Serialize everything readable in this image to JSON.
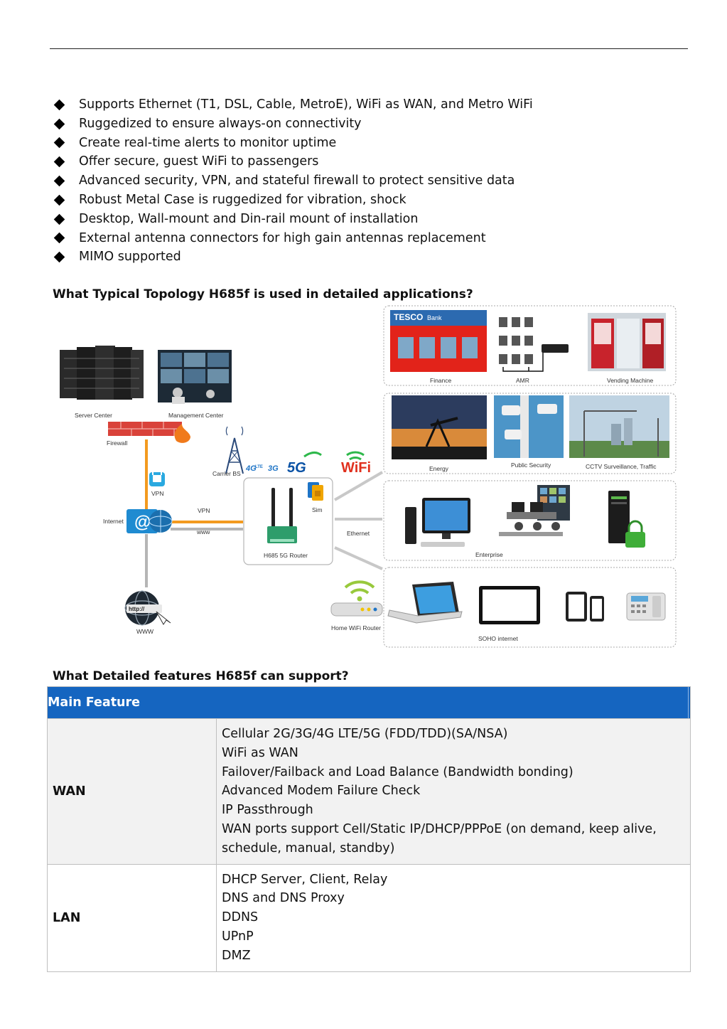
{
  "bullets": [
    "Supports Ethernet (T1, DSL, Cable, MetroE), WiFi as WAN, and Metro WiFi",
    "Ruggedized to ensure always-on connectivity",
    "Create real-time alerts to monitor uptime",
    "Offer secure, guest WiFi to passengers",
    "Advanced security, VPN, and stateful firewall to protect sensitive data",
    "Robust Metal Case is ruggedized for vibration, shock",
    "Desktop, Wall-mount and Din-rail mount of installation",
    "External antenna connectors for high gain antennas replacement",
    "MIMO supported"
  ],
  "headings": {
    "topology": "What Typical Topology H685f is used in detailed applications?",
    "features": "What Detailed features H685f can support?"
  },
  "diagram": {
    "server_center": "Server Center",
    "management_center": "Management Center",
    "firewall": "Firewall",
    "carrier_bs": "Carrier BS",
    "vpn_lock": "VPN",
    "internet": "Internet",
    "vpn_line": "VPN",
    "www_line": "www",
    "www": "WWW",
    "sim": "Sim",
    "router": "H685 5G Router",
    "ethernet": "Ethernet",
    "home_router": "Home WiFi Router",
    "badge_4g": "4G",
    "badge_lte": "LTE",
    "badge_3g": "3G",
    "badge_5g": "5G",
    "badge_wifi": "WiFi",
    "tesco_brand": "TESCO",
    "tesco_bank": "Bank",
    "http_text": "http://",
    "panels": {
      "finance": "Finance",
      "amr": "AMR",
      "vending": "Vending Machine",
      "energy": "Energy",
      "public_security": "Public Security",
      "cctv": "CCTV Surveillance, Traffic",
      "enterprise": "Enterprise",
      "soho": "SOHO internet"
    }
  },
  "table": {
    "header": "Main Feature",
    "rows": [
      {
        "name": "WAN",
        "details": [
          "Cellular 2G/3G/4G LTE/5G (FDD/TDD)(SA/NSA)",
          "WiFi as WAN",
          "Failover/Failback and Load Balance (Bandwidth bonding)",
          "Advanced Modem Failure Check",
          "IP Passthrough",
          "WAN ports support Cell/Static IP/DHCP/PPPoE (on demand, keep alive,",
          "schedule, manual, standby)"
        ]
      },
      {
        "name": "LAN",
        "details": [
          "DHCP Server, Client, Relay",
          "DNS and DNS Proxy",
          "DDNS",
          "UPnP",
          "DMZ"
        ]
      }
    ]
  },
  "colors": {
    "table_header": "#1565c0",
    "link_orange": "#f39a1f",
    "link_gray": "#b5b5b5",
    "firewall_red": "#d9423a",
    "tesco_red": "#e2231a"
  }
}
